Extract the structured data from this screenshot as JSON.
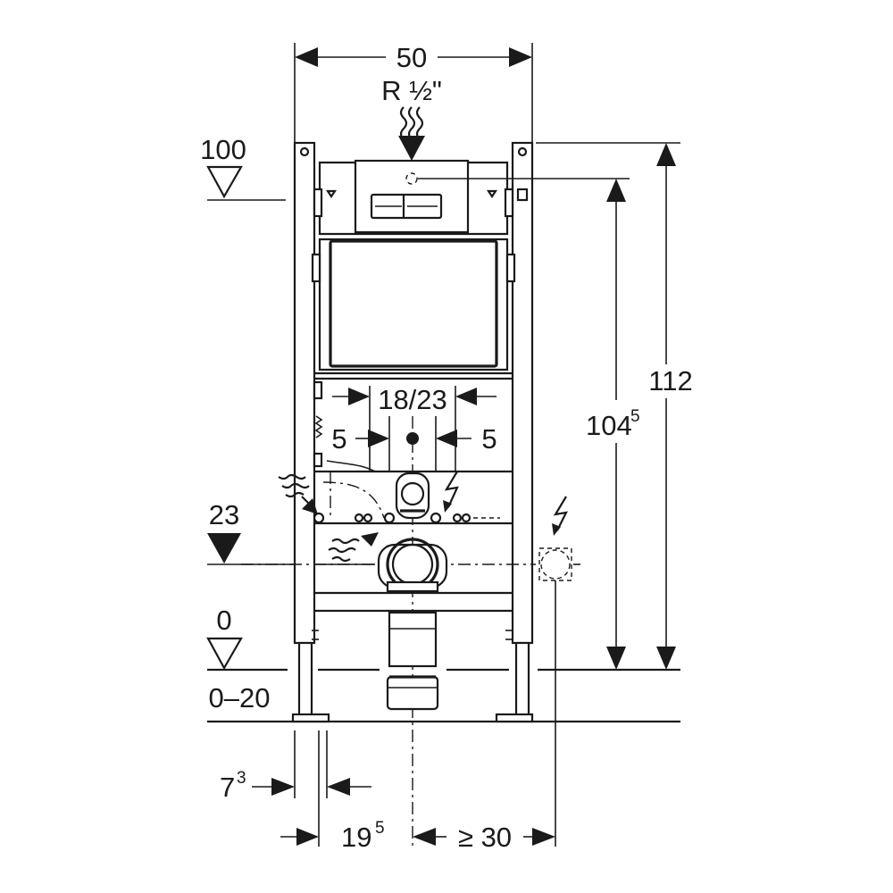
{
  "dimensions": {
    "width": "50",
    "supply": "R ½\"",
    "height_total": "112",
    "height_partial_base": "104",
    "height_partial_sup": "5",
    "flush_spacing": "18/23",
    "offset_left": "5",
    "offset_right": "5",
    "level_100": "100",
    "level_23": "23",
    "level_0": "0",
    "floor_range": "0–20",
    "foot_offset_base": "7",
    "foot_offset_sup": "3",
    "axis_offset_base": "19",
    "axis_offset_sup": "5",
    "min_distance": "≥ 30"
  }
}
